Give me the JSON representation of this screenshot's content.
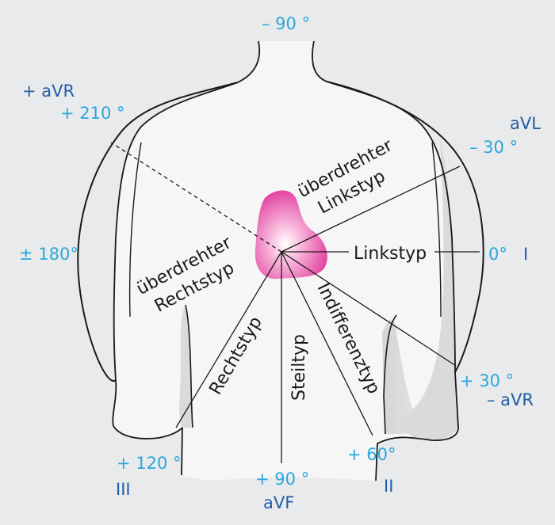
{
  "colors": {
    "background": "#e9eaeb",
    "body_fill": "#f6f6f6",
    "shadow_fill": "#d6d6d6",
    "outline": "#1a1a1a",
    "degree_label": "#2aa7dc",
    "lead_label": "#1f5ea8",
    "heart": "#e0359b"
  },
  "angles": {
    "minus90": "– 90 °",
    "plus210": "+ 210 °",
    "minus30": "– 30 °",
    "pm180": "± 180°",
    "zero": "0°",
    "plus30": "+ 30 °",
    "plus120": "+ 120 °",
    "plus90": "+ 90 °",
    "plus60": "+ 60°"
  },
  "leads": {
    "plus_avr": "+ aVR",
    "avl": "aVL",
    "I": "I",
    "minus_avr": "– aVR",
    "III": "III",
    "avf": "aVF",
    "II": "II"
  },
  "types": {
    "ueberdrehter_linkstyp_1": "überdrehter",
    "ueberdrehter_linkstyp_2": "Linkstyp",
    "ueberdrehter_rechtstyp_1": "überdrehter",
    "ueberdrehter_rechtstyp_2": "Rechtstyp",
    "linkstyp": "Linkstyp",
    "rechtstyp": "Rechtstyp",
    "steiltyp": "Steiltyp",
    "indifferenztyp": "Indifferenztyp"
  }
}
